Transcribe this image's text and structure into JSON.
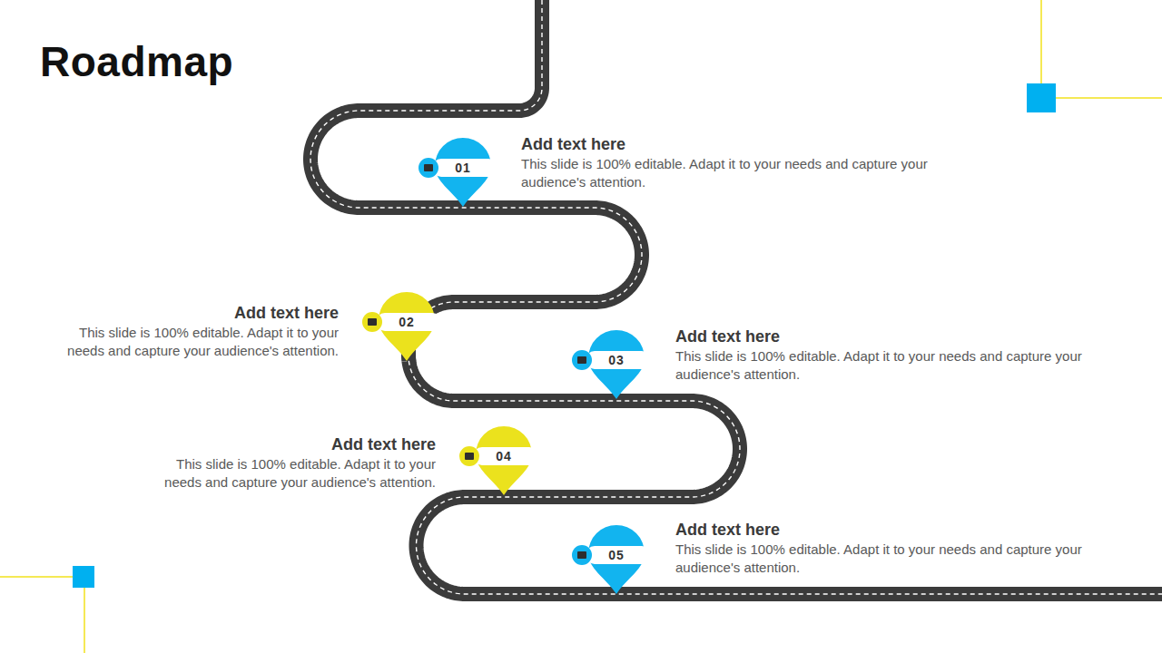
{
  "diagram": {
    "title": "Roadmap",
    "nodes": [
      {
        "text": [
          "01",
          "Add text here",
          "This slide is 100% editable. Adapt it to your needs and capture your audience's attention."
        ]
      },
      {
        "text": [
          "02",
          "Add text here",
          "This slide is 100% editable. Adapt it to your needs and capture your audience's attention."
        ]
      },
      {
        "text": [
          "03",
          "Add text here",
          "This slide is 100% editable. Adapt it to your needs and capture your audience's attention."
        ]
      },
      {
        "text": [
          "04",
          "Add text here",
          "This slide is 100% editable. Adapt it to your needs and capture your audience's attention."
        ]
      },
      {
        "text": [
          "05",
          "Add text here",
          "This slide is 100% editable. Adapt it to your needs and capture your audience's attention."
        ]
      }
    ],
    "edges": [
      {
        "from": 0,
        "to": 1,
        "arrow": "none"
      },
      {
        "from": 1,
        "to": 2,
        "arrow": "none"
      },
      {
        "from": 2,
        "to": 3,
        "arrow": "none"
      },
      {
        "from": 3,
        "to": 4,
        "arrow": "none"
      }
    ]
  }
}
